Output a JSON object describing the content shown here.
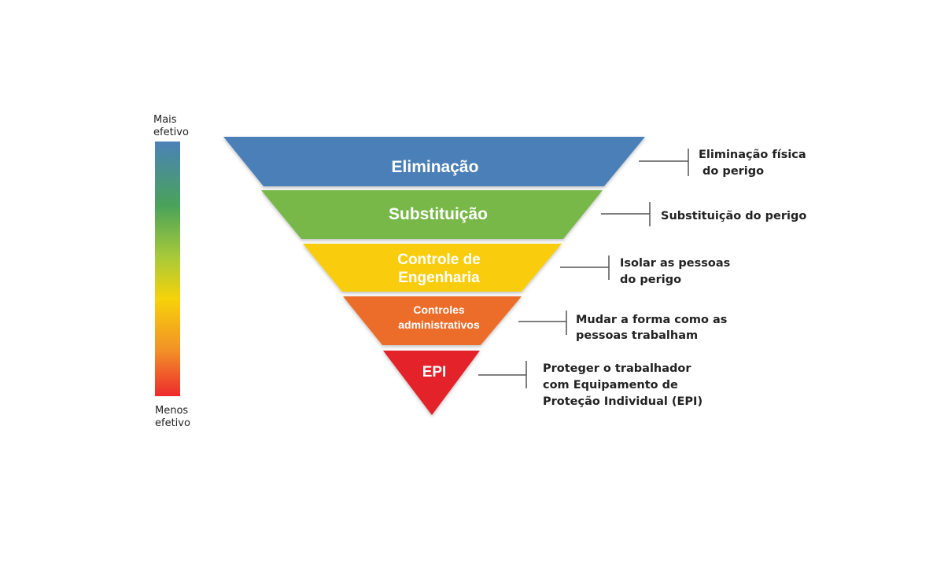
{
  "scale": {
    "top_label_line1": "Mais",
    "top_label_line2": "efetivo",
    "bottom_label_line1": "Menos",
    "bottom_label_line2": "efetivo",
    "gradient_colors": [
      "#4b82b8",
      "#49a25a",
      "#a6c93a",
      "#f7d20a",
      "#f29127",
      "#ee2a2d"
    ]
  },
  "levels": [
    {
      "label_line1": "Eliminação",
      "label_line2": "",
      "color": "#4c7fb7",
      "description_line1": "Eliminação física",
      "description_line2": " do perigo",
      "description_line3": ""
    },
    {
      "label_line1": "Substituição",
      "label_line2": "",
      "color": "#78b84a",
      "description_line1": "Substituição do perigo",
      "description_line2": "",
      "description_line3": ""
    },
    {
      "label_line1": "Controle de",
      "label_line2": "Engenharia",
      "color": "#f9cd0b",
      "description_line1": "Isolar as pessoas",
      "description_line2": "do perigo",
      "description_line3": ""
    },
    {
      "label_line1": "Controles",
      "label_line2": "administrativos",
      "color": "#ec6d2a",
      "description_line1": "Mudar a forma como as",
      "description_line2": "pessoas trabalham",
      "description_line3": ""
    },
    {
      "label_line1": "EPI",
      "label_line2": "",
      "color": "#e3242b",
      "description_line1": "Proteger o trabalhador",
      "description_line2": "com Equipamento de",
      "description_line3": "Proteção Individual (EPI)"
    }
  ]
}
